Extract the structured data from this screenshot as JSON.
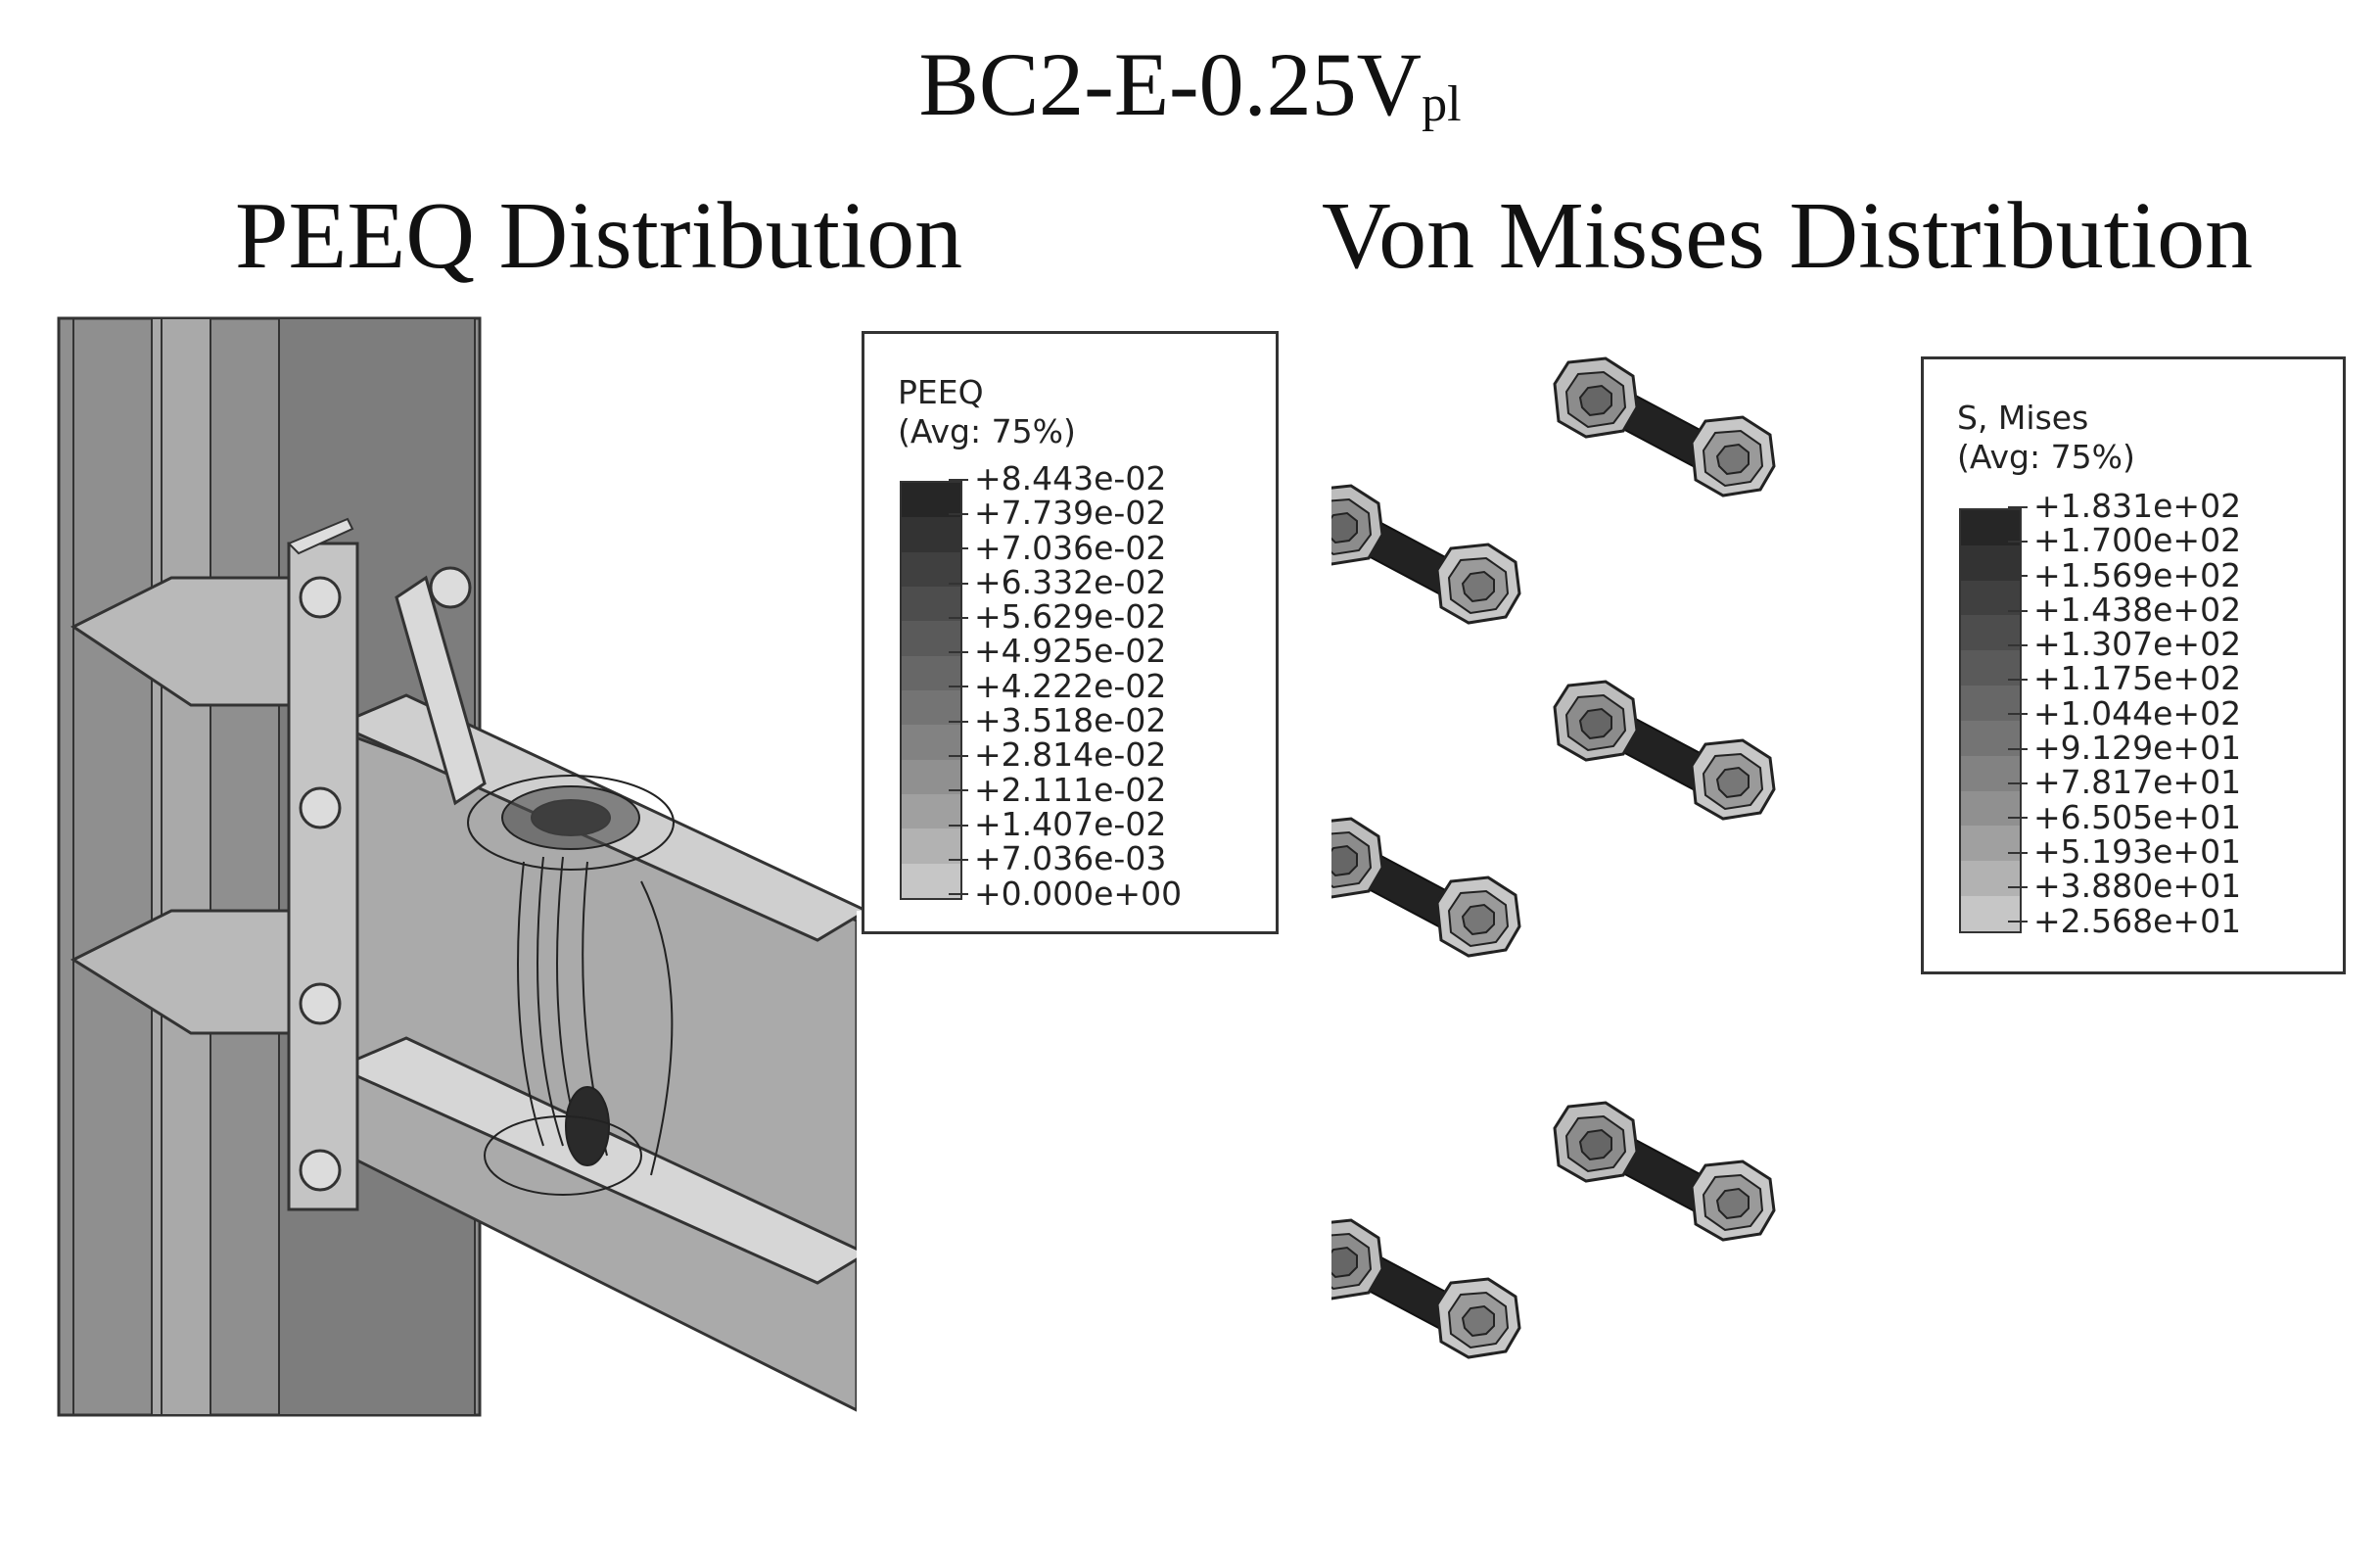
{
  "figure": {
    "title_main": "BC2-E-0.25V",
    "title_sub": "pl"
  },
  "left_panel": {
    "title": "PEEQ Distribution",
    "legend": {
      "name": "PEEQ",
      "avg": "(Avg: 75%)",
      "values": [
        "+8.443e-02",
        "+7.739e-02",
        "+7.036e-02",
        "+6.332e-02",
        "+5.629e-02",
        "+4.925e-02",
        "+4.222e-02",
        "+3.518e-02",
        "+2.814e-02",
        "+2.111e-02",
        "+1.407e-02",
        "+7.036e-03",
        "+0.000e+00"
      ],
      "colors": [
        "#262626",
        "#333333",
        "#404040",
        "#4d4d4d",
        "#5a5a5a",
        "#676767",
        "#747474",
        "#828282",
        "#909090",
        "#a0a0a0",
        "#b2b2b2",
        "#c6c6c6",
        "#dadada"
      ]
    }
  },
  "right_panel": {
    "title": "Von Misses Distribution",
    "legend": {
      "name": "S, Mises",
      "avg": "(Avg: 75%)",
      "values": [
        "+1.831e+02",
        "+1.700e+02",
        "+1.569e+02",
        "+1.438e+02",
        "+1.307e+02",
        "+1.175e+02",
        "+1.044e+02",
        "+9.129e+01",
        "+7.817e+01",
        "+6.505e+01",
        "+5.193e+01",
        "+3.880e+01",
        "+2.568e+01"
      ],
      "colors": [
        "#262626",
        "#333333",
        "#404040",
        "#4d4d4d",
        "#5a5a5a",
        "#676767",
        "#747474",
        "#828282",
        "#909090",
        "#a0a0a0",
        "#b2b2b2",
        "#c6c6c6",
        "#dadada"
      ]
    },
    "bolt_count": 6
  }
}
